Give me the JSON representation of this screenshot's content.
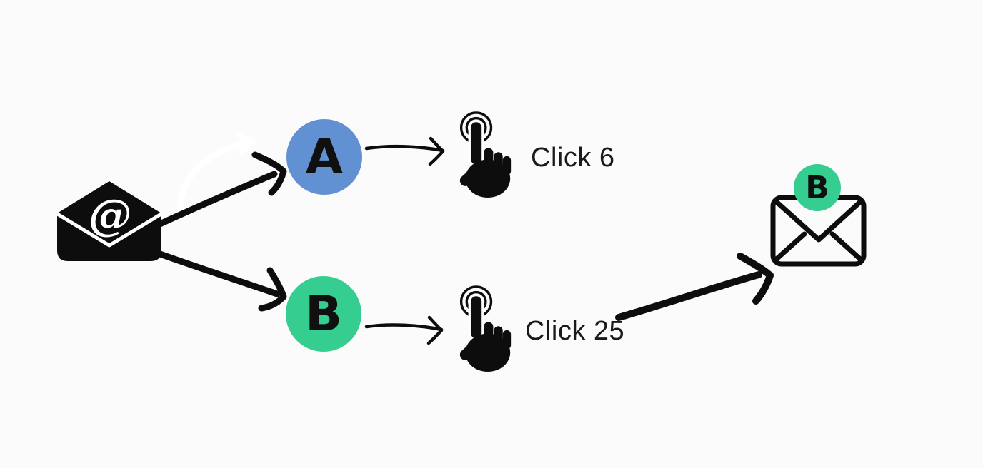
{
  "background": "#fbfbfb",
  "flow": {
    "source": {
      "icon": "email-at-envelope-icon",
      "at_symbol": "@"
    },
    "variants": [
      {
        "id": "A",
        "label": "A",
        "color": "#6191d2",
        "click_icon": "tap-click-icon",
        "metric": "Click 6"
      },
      {
        "id": "B",
        "label": "B",
        "color": "#36ce90",
        "click_icon": "tap-click-icon",
        "metric": "Click 25"
      }
    ],
    "winner": {
      "icon": "envelope-outline-icon",
      "badge": "B",
      "badge_color": "#36ce90"
    },
    "colors": {
      "ink": "#0d0d0d",
      "text": "#1a1a1a",
      "ghost_arrow": "#ffffff"
    }
  }
}
